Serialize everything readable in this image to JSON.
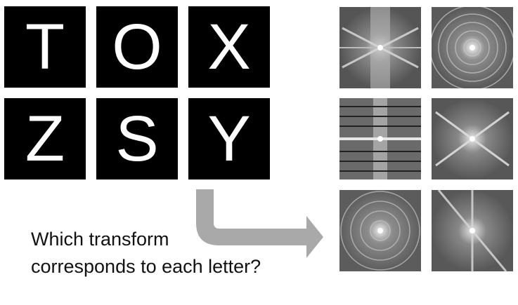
{
  "letters": [
    "T",
    "O",
    "X",
    "Z",
    "S",
    "Y"
  ],
  "spectra": [
    {
      "pattern": "x-cross-with-vertical-band"
    },
    {
      "pattern": "concentric-rings"
    },
    {
      "pattern": "horizontal-lines-grid"
    },
    {
      "pattern": "x-cross"
    },
    {
      "pattern": "concentric-rings"
    },
    {
      "pattern": "diagonal-vertical-lines"
    }
  ],
  "question": {
    "line1": "Which transform",
    "line2": "corresponds to each letter?"
  },
  "colors": {
    "tile_bg": "#000000",
    "letter": "#ffffff",
    "arrow": "#a9a9a9",
    "text": "#111111"
  }
}
